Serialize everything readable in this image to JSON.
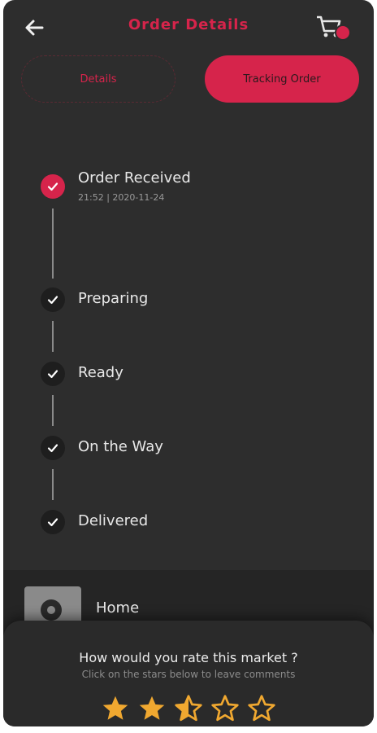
{
  "header": {
    "title": "Order Details",
    "back_icon": "arrow-left-icon",
    "cart_icon": "cart-icon"
  },
  "tabs": [
    {
      "label": "Details",
      "active": false
    },
    {
      "label": "Tracking Order",
      "active": true
    }
  ],
  "timeline": [
    {
      "label": "Order Received",
      "time": "21:52 | 2020-11-24",
      "status": "done-active"
    },
    {
      "label": "Preparing",
      "status": "done"
    },
    {
      "label": "Ready",
      "status": "done"
    },
    {
      "label": "On the Way",
      "status": "done"
    },
    {
      "label": "Delivered",
      "status": "done"
    }
  ],
  "address": {
    "name": "Home",
    "icon": "location-pin-icon"
  },
  "rating": {
    "question": "How would you rate this market ?",
    "hint": "Click on the stars below to leave comments",
    "value": 2.5,
    "max": 5
  },
  "colors": {
    "accent": "#d6244b",
    "background": "#2d2d2d",
    "star": "#f0a830"
  }
}
